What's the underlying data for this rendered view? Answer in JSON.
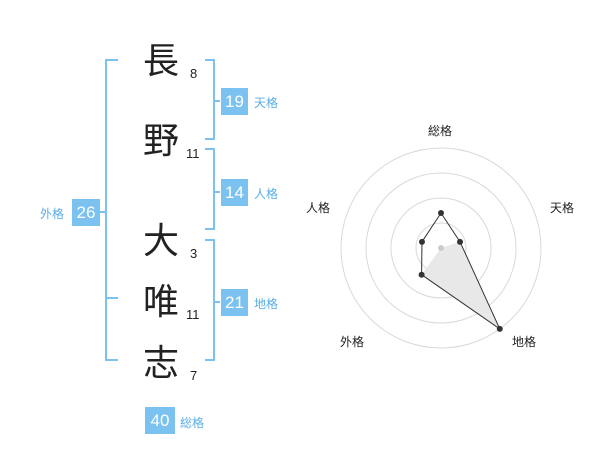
{
  "name": {
    "chars": [
      {
        "char": "長",
        "strokes": "8"
      },
      {
        "char": "野",
        "strokes": "11"
      },
      {
        "char": "大",
        "strokes": "3"
      },
      {
        "char": "唯",
        "strokes": "11"
      },
      {
        "char": "志",
        "strokes": "7"
      }
    ]
  },
  "scores": {
    "tenkaku": {
      "value": "19",
      "label": "天格"
    },
    "jinkaku": {
      "value": "14",
      "label": "人格"
    },
    "chikaku": {
      "value": "21",
      "label": "地格"
    },
    "gaikaku": {
      "value": "26",
      "label": "外格"
    },
    "soukaku": {
      "value": "40",
      "label": "総格"
    }
  },
  "colors": {
    "accent": "#7cc2f0",
    "accent_text": "#5aaee6",
    "ring": "#d9d9d9",
    "polygon_fill": "#e8e8e8",
    "polygon_stroke": "#333333",
    "point": "#333333"
  },
  "chart_data": {
    "type": "radar",
    "axes": [
      "総格",
      "天格",
      "地格",
      "外格",
      "人格"
    ],
    "values": [
      0.35,
      0.2,
      1.0,
      0.33,
      0.2
    ],
    "range": [
      0,
      1
    ],
    "rings": 4,
    "grid": true
  }
}
